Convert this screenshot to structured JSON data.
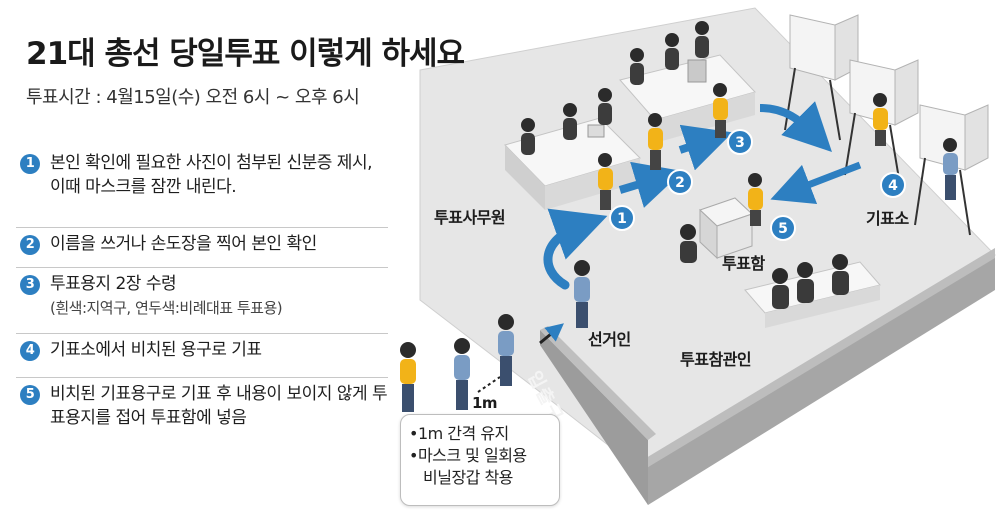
{
  "title": "21대 총선 당일투표 이렇게 하세요",
  "subtitle": "투표시간 : 4월15일(수)  오전 6시 ~ 오후 6시",
  "steps": [
    {
      "num": "1",
      "text": "본인 확인에 필요한 사진이 첨부된 신분증 제시, 이때 마스크를 잠깐 내린다.",
      "sub": ""
    },
    {
      "num": "2",
      "text": "이름을 쓰거나 손도장을 찍어 본인 확인",
      "sub": ""
    },
    {
      "num": "3",
      "text": "투표용지 2장 수령",
      "sub": "(흰색:지역구, 연두색:비례대표  투표용)"
    },
    {
      "num": "4",
      "text": "기표소에서 비치된 용구로 기표",
      "sub": ""
    },
    {
      "num": "5",
      "text": "비치된 기표용구로 기표 후 내용이 보이지 않게 투표용지를 접어  투표함에 넣음",
      "sub": ""
    }
  ],
  "labels": {
    "officials": "투표사무원",
    "booth": "기표소",
    "ballot_box": "투표함",
    "voter": "선거인",
    "observers": "투표참관인",
    "entrance": "입출구",
    "distance": "1m"
  },
  "markers": [
    "1",
    "2",
    "3",
    "4",
    "5"
  ],
  "notes": {
    "line1": "•1m 간격 유지",
    "line2": "•마스크 및 일회용",
    "line3": "비닐장갑 착용"
  },
  "colors": {
    "accent": "#2d7fc1",
    "vest": "#f2b318",
    "floor": "#e4e4e4",
    "wall": "#a9a9a9"
  }
}
